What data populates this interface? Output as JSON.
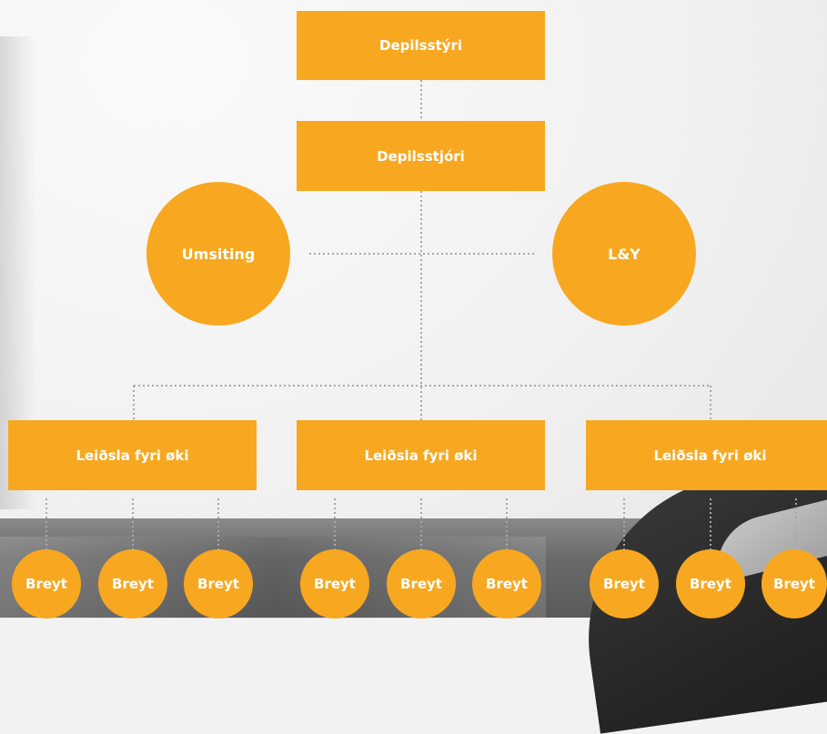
{
  "top": {
    "label": "Depilsstýri"
  },
  "second": {
    "label": "Depilsstjóri"
  },
  "side_left": {
    "label": "Umsiting"
  },
  "side_right": {
    "label": "L&Y"
  },
  "units": [
    {
      "label": "Leiðsla fyri øki",
      "children": [
        "Breyt",
        "Breyt",
        "Breyt"
      ]
    },
    {
      "label": "Leiðsla fyri øki",
      "children": [
        "Breyt",
        "Breyt",
        "Breyt"
      ]
    },
    {
      "label": "Leiðsla fyri øki",
      "children": [
        "Breyt",
        "Breyt",
        "Breyt"
      ]
    }
  ],
  "colors": {
    "node_fill": "#f7a820",
    "text": "#ffffff",
    "connector": "#a8a8a8"
  }
}
